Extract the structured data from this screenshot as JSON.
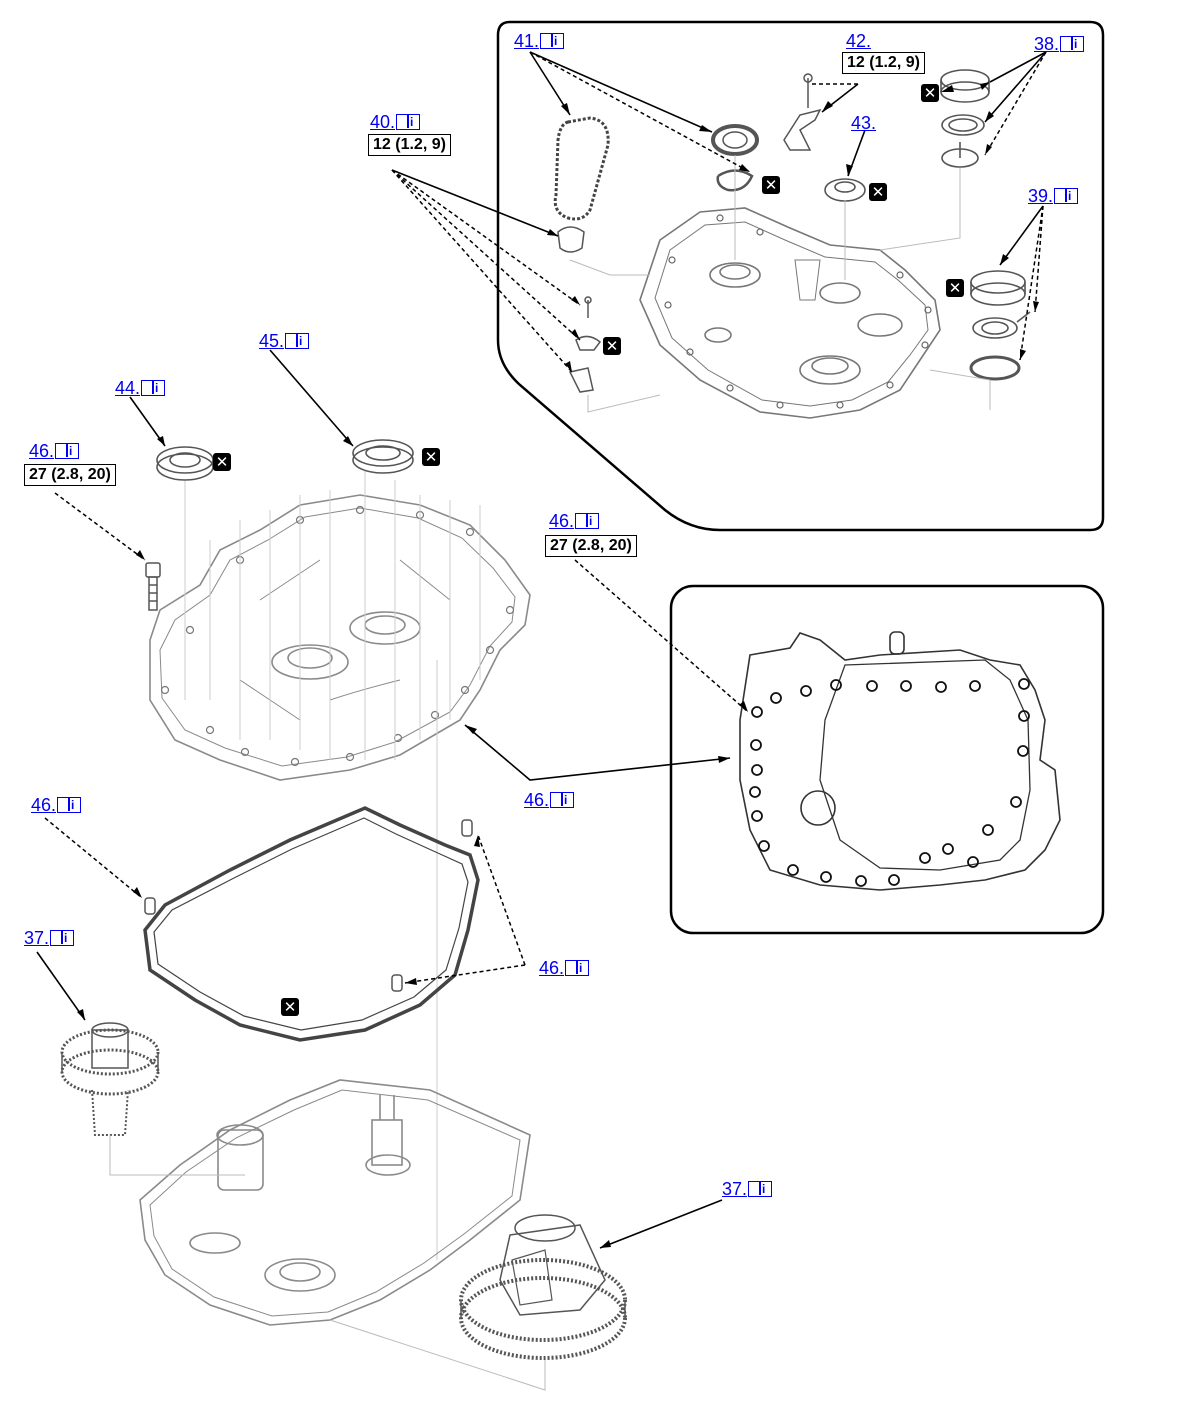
{
  "callouts": {
    "c41": "41.",
    "c42": "42.",
    "c38": "38.",
    "c40": "40.",
    "c43": "43.",
    "c39": "39.",
    "c45": "45.",
    "c44": "44.",
    "c46a": "46.",
    "c46b": "46.",
    "c46c": "46.",
    "c46d": "46.",
    "c46e": "46.",
    "c37a": "37.",
    "c37b": "37."
  },
  "torques": {
    "t42": "12 (1.2, 9)",
    "t40": "12 (1.2, 9)",
    "t46a": "27 (2.8, 20)",
    "t46b": "27 (2.8, 20)"
  },
  "replace_mark": "✕",
  "icons": {
    "reference": "book-info-icon",
    "replace": "replace-part-icon"
  },
  "colors": {
    "link": "#0000ee",
    "line": "#000000",
    "part": "#8a8a8a"
  }
}
